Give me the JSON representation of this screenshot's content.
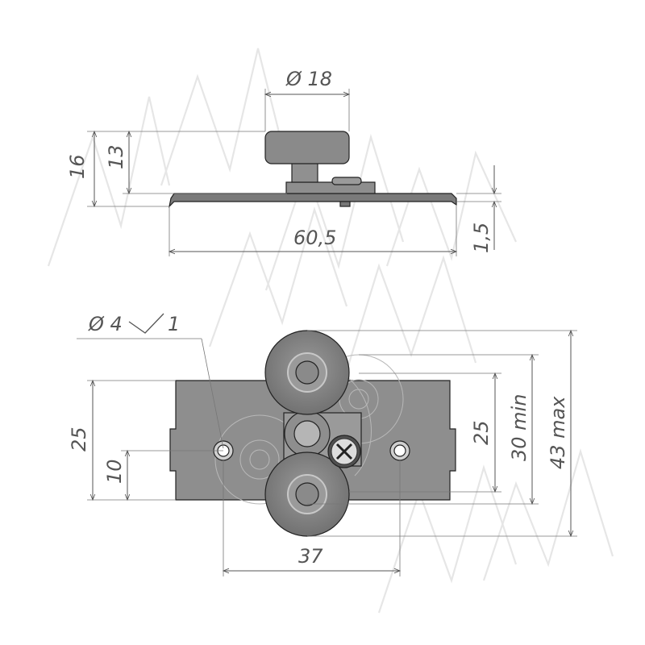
{
  "colors": {
    "plate": "#8e8e8e",
    "plate_dark": "#6a6a6a",
    "wheel": "#8a8a8a",
    "wheel_ring": "#c4c4c4",
    "line": "#555555",
    "watermark": "#e6e6e6"
  },
  "side_view": {
    "dim_diameter_wheel": "Ø 18",
    "dim_height_total": "16",
    "dim_height_wheel": "13",
    "dim_length": "60,5",
    "dim_thickness": "1,5"
  },
  "top_view": {
    "dim_hole": "Ø 4",
    "dim_hole_count": "1",
    "dim_plate_height": "25",
    "dim_hole_offset": "10",
    "dim_hole_spacing": "37",
    "dim_inner": "25",
    "dim_min": "30 min",
    "dim_max": "43 max"
  },
  "icons": {
    "screw": "phillips-screw-icon",
    "countersink": "countersink-icon"
  }
}
